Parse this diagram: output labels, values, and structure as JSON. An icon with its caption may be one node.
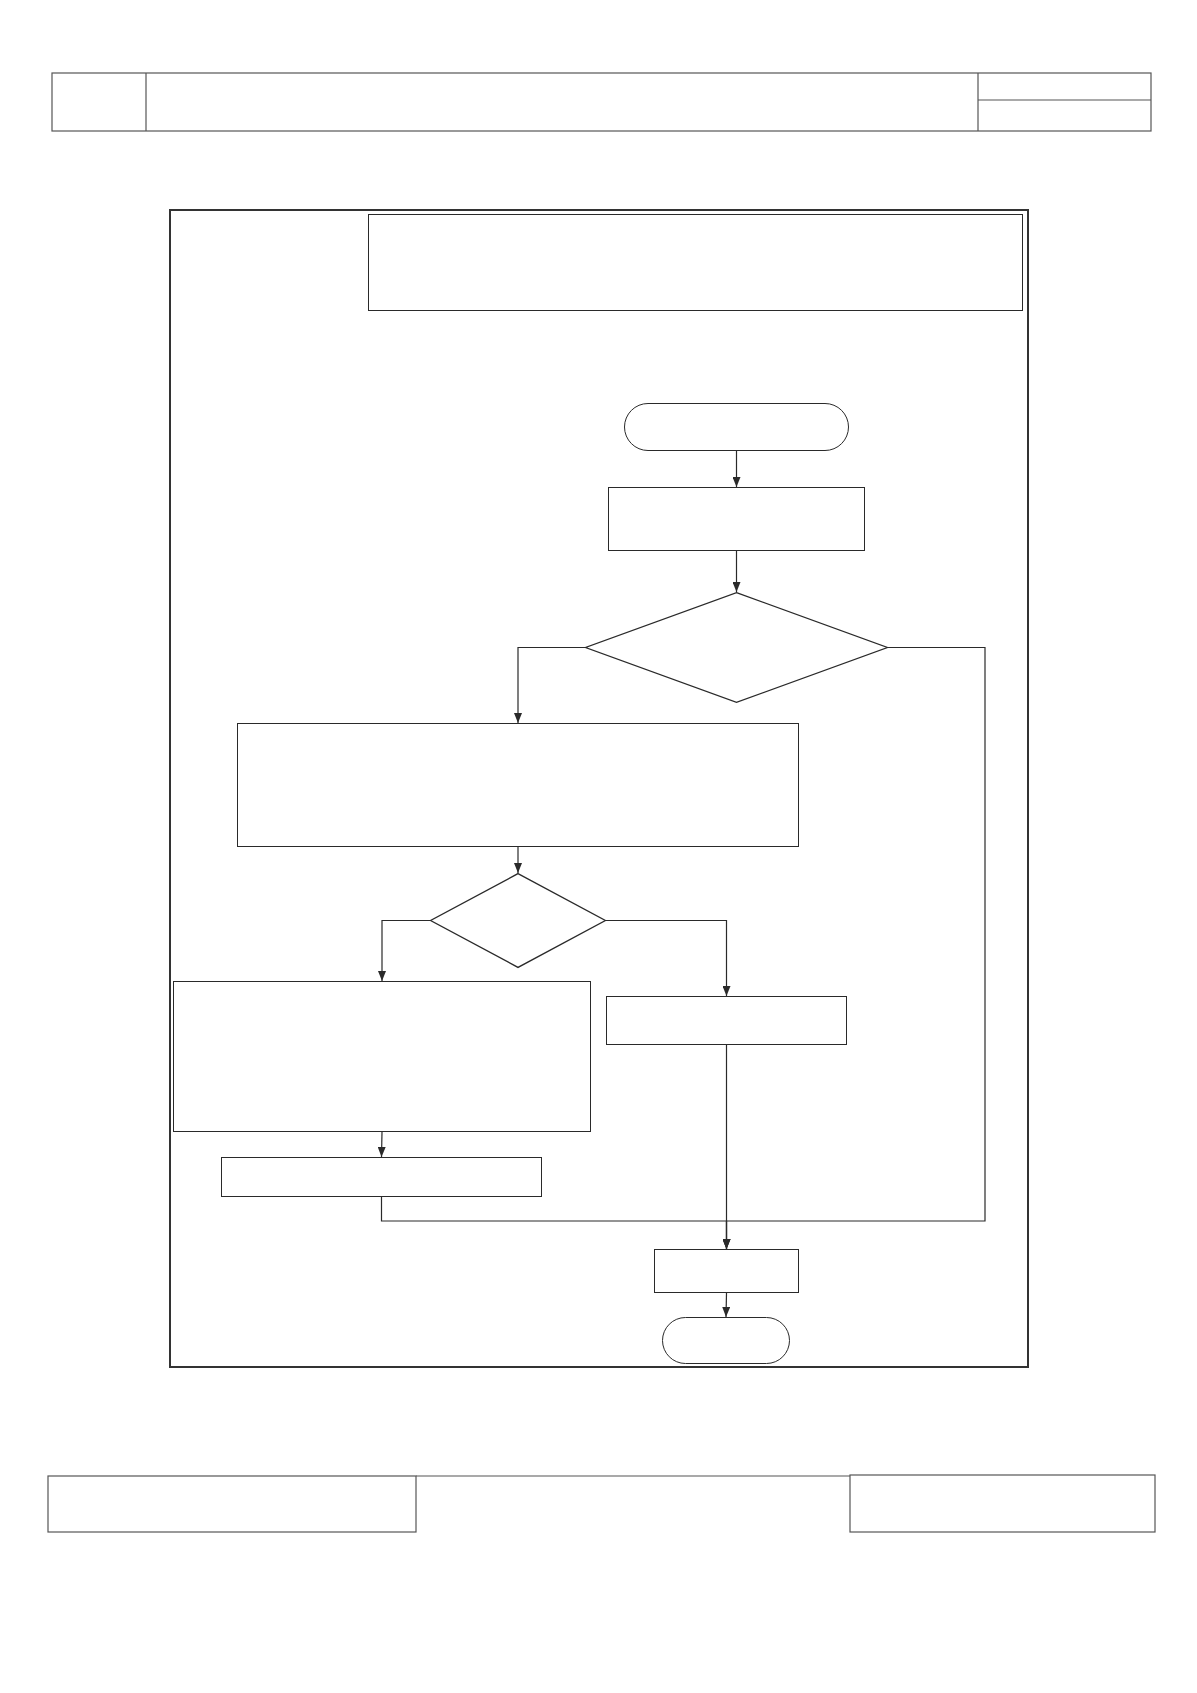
{
  "diagram": {
    "nodes": [
      {
        "text": [],
        "shape": "box"
      },
      {
        "text": [],
        "shape": "stadium"
      },
      {
        "text": [],
        "shape": "box"
      },
      {
        "text": [],
        "shape": "diamond"
      },
      {
        "text": [],
        "shape": "box"
      },
      {
        "text": [],
        "shape": "diamond"
      },
      {
        "text": [],
        "shape": "box"
      },
      {
        "text": [],
        "shape": "box"
      },
      {
        "text": [],
        "shape": "box"
      },
      {
        "text": [],
        "shape": "box"
      },
      {
        "text": [],
        "shape": "stadium"
      }
    ],
    "edges": [
      {
        "from": 1,
        "to": 2,
        "arrow": "to"
      },
      {
        "from": 2,
        "to": 3,
        "arrow": "to"
      },
      {
        "from": 3,
        "to": 4,
        "arrow": "to"
      },
      {
        "from": 3,
        "to": 9,
        "arrow": "to"
      },
      {
        "from": 4,
        "to": 5,
        "arrow": "to"
      },
      {
        "from": 5,
        "to": 6,
        "arrow": "to"
      },
      {
        "from": 5,
        "to": 7,
        "arrow": "to"
      },
      {
        "from": 6,
        "to": 8,
        "arrow": "to"
      },
      {
        "from": 7,
        "to": 9,
        "arrow": "to"
      },
      {
        "from": 8,
        "to": 9,
        "arrow": "to"
      },
      {
        "from": 9,
        "to": 10,
        "arrow": "to"
      }
    ]
  }
}
